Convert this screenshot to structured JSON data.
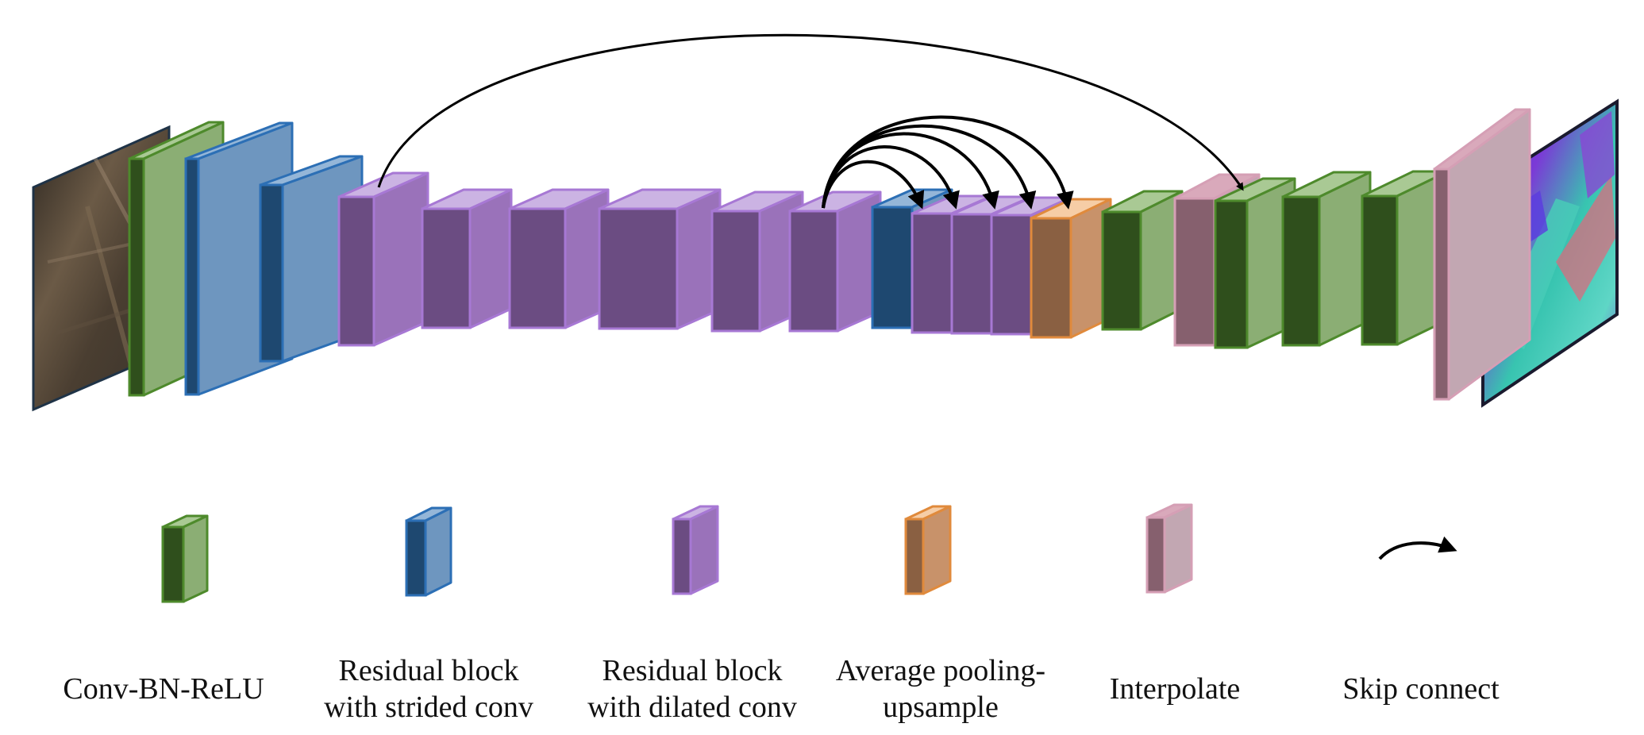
{
  "legend": {
    "conv_bn_relu": [
      "Conv-BN-ReLU"
    ],
    "residual_strided": [
      "Residual block",
      "with strided conv"
    ],
    "residual_dilated": [
      "Residual block",
      "with dilated conv"
    ],
    "avg_pool_upsample": [
      "Average pooling-",
      "upsample"
    ],
    "interpolate": [
      "Interpolate"
    ],
    "skip_connect": [
      "Skip connect"
    ]
  },
  "colors": {
    "conv_bn_relu": {
      "front": "#2f4f1c",
      "side": "#8bae74",
      "top": "#a9c994",
      "edge": "#4e8a2c"
    },
    "residual_strided": {
      "front": "#1e4870",
      "side": "#6e96bf",
      "top": "#94b6d8",
      "edge": "#2c6fb5"
    },
    "residual_dilated": {
      "front": "#6b4c82",
      "side": "#9a72ba",
      "top": "#cbb3e3",
      "edge": "#a778d4"
    },
    "avg_pool_upsample": {
      "front": "#8a6042",
      "side": "#c8926a",
      "top": "#f6cda6",
      "edge": "#e08a3c"
    },
    "interpolate": {
      "front": "#86606e",
      "side": "#c2a7b2",
      "top": "#d9a9bb",
      "edge": "#d59fb5"
    },
    "skip_arrow": "#000000"
  },
  "icons": [
    "input-image-icon",
    "output-normal-map-icon",
    "skip-arrow-icon"
  ]
}
